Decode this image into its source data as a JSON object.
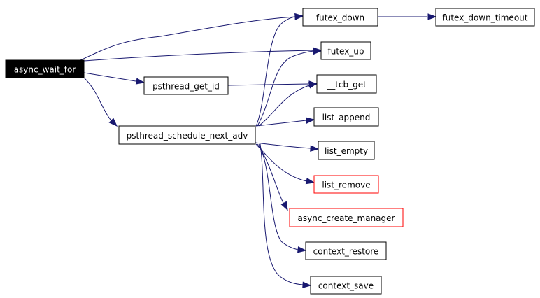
{
  "graph": {
    "edge_color": "#191970",
    "root_fill": "#000000",
    "truncated_border": "#ff0000",
    "nodes": {
      "async_wait_for": {
        "label": "async_wait_for",
        "style": "root"
      },
      "psthread_get_id": {
        "label": "psthread_get_id",
        "style": "normal"
      },
      "psthread_schedule_next_adv": {
        "label": "psthread_schedule_next_adv",
        "style": "normal"
      },
      "futex_down": {
        "label": "futex_down",
        "style": "normal"
      },
      "futex_down_timeout": {
        "label": "futex_down_timeout",
        "style": "normal"
      },
      "futex_up": {
        "label": "futex_up",
        "style": "normal"
      },
      "tcb_get": {
        "label": "__tcb_get",
        "style": "normal"
      },
      "list_append": {
        "label": "list_append",
        "style": "normal"
      },
      "list_empty": {
        "label": "list_empty",
        "style": "normal"
      },
      "list_remove": {
        "label": "list_remove",
        "style": "truncated"
      },
      "async_create_manager": {
        "label": "async_create_manager",
        "style": "truncated"
      },
      "context_restore": {
        "label": "context_restore",
        "style": "normal"
      },
      "context_save": {
        "label": "context_save",
        "style": "normal"
      }
    },
    "edges": [
      {
        "from": "async_wait_for",
        "to": "futex_down"
      },
      {
        "from": "async_wait_for",
        "to": "futex_up"
      },
      {
        "from": "async_wait_for",
        "to": "psthread_get_id"
      },
      {
        "from": "async_wait_for",
        "to": "psthread_schedule_next_adv"
      },
      {
        "from": "futex_down",
        "to": "futex_down_timeout"
      },
      {
        "from": "psthread_get_id",
        "to": "tcb_get"
      },
      {
        "from": "psthread_schedule_next_adv",
        "to": "futex_down"
      },
      {
        "from": "psthread_schedule_next_adv",
        "to": "futex_up"
      },
      {
        "from": "psthread_schedule_next_adv",
        "to": "tcb_get"
      },
      {
        "from": "psthread_schedule_next_adv",
        "to": "list_append"
      },
      {
        "from": "psthread_schedule_next_adv",
        "to": "list_empty"
      },
      {
        "from": "psthread_schedule_next_adv",
        "to": "list_remove"
      },
      {
        "from": "psthread_schedule_next_adv",
        "to": "async_create_manager"
      },
      {
        "from": "psthread_schedule_next_adv",
        "to": "context_restore"
      },
      {
        "from": "psthread_schedule_next_adv",
        "to": "context_save"
      }
    ]
  }
}
